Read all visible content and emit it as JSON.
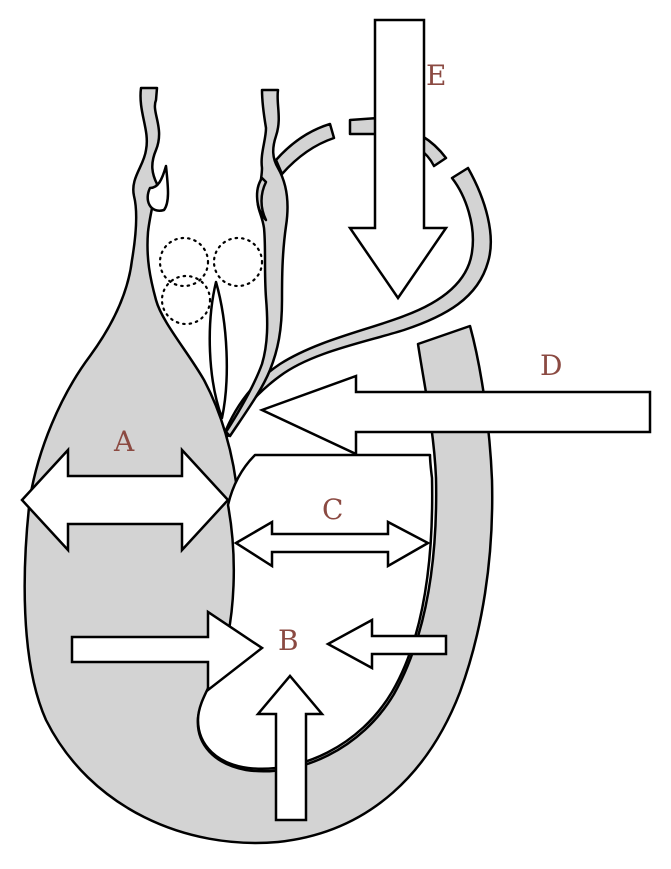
{
  "labels": {
    "a": "A",
    "b": "B",
    "c": "C",
    "d": "D",
    "e": "E"
  },
  "colors": {
    "fill": "#d3d3d3",
    "stroke": "#000000",
    "label": "#8b4a42",
    "background": "#ffffff"
  }
}
